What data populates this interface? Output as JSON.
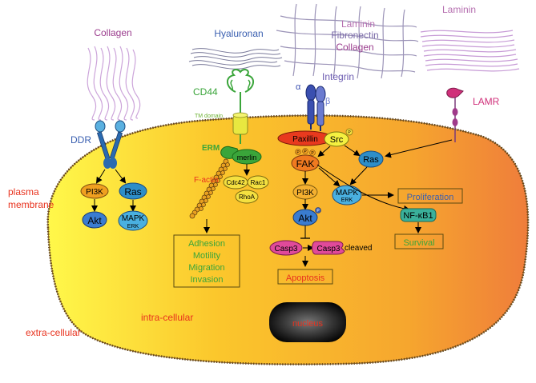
{
  "ecm": {
    "collagen_left": "Collagen",
    "hyaluronan": "Hyaluronan",
    "laminin_mid": "Laminin",
    "fibronectin": "Fibronectin",
    "collagen_mid": "Collagen",
    "laminin_right": "Laminin"
  },
  "receptors": {
    "ddr": "DDR",
    "cd44": "CD44",
    "tm_domain": "TM domain",
    "erm": "ERM",
    "integrin": "Integrin",
    "alpha": "α",
    "beta": "β",
    "lamr": "LAMR"
  },
  "compartments": {
    "plasma_membrane": [
      "plasma",
      "membrane"
    ],
    "intra_cellular": "intra-cellular",
    "extra_cellular": "extra-cellular",
    "nucleus": "nucleus"
  },
  "signaling": {
    "pi3k_left": "PI3K",
    "ras_left": "Ras",
    "akt_left": "Akt",
    "mapk_left": "MAPK",
    "erk_left": "ERK",
    "merlin": "merlin",
    "factin": "F-actin",
    "cdc42": "Cdc42",
    "rac1": "Rac1",
    "rhoa": "RhoA",
    "paxillin": "Paxillin",
    "src": "Src",
    "fak": "FAK",
    "p": "P",
    "ras_right": "Ras",
    "pi3k_mid": "PI3K",
    "akt_mid": "Akt",
    "mapk_right": "MAPK",
    "erk_right": "ERK",
    "casp3": "Casp3",
    "casp3_cleaved": "Casp3",
    "cleaved": "cleaved",
    "nfkb": "NF-κB1"
  },
  "outcomes": {
    "adhesion_box": [
      "Adhesion",
      "Motility",
      "Migration",
      "Invasion"
    ],
    "proliferation": "Proliferation",
    "apoptosis": "Apoptosis",
    "survival": "Survival"
  },
  "colors": {
    "red_label": "#e8321e",
    "green_label": "#3aa53a",
    "purple": "#9b3d8e",
    "blue_label": "#3a5fb0",
    "cell_left": "#fff84a",
    "cell_mid": "#f7b829",
    "cell_right": "#f07f3c"
  }
}
